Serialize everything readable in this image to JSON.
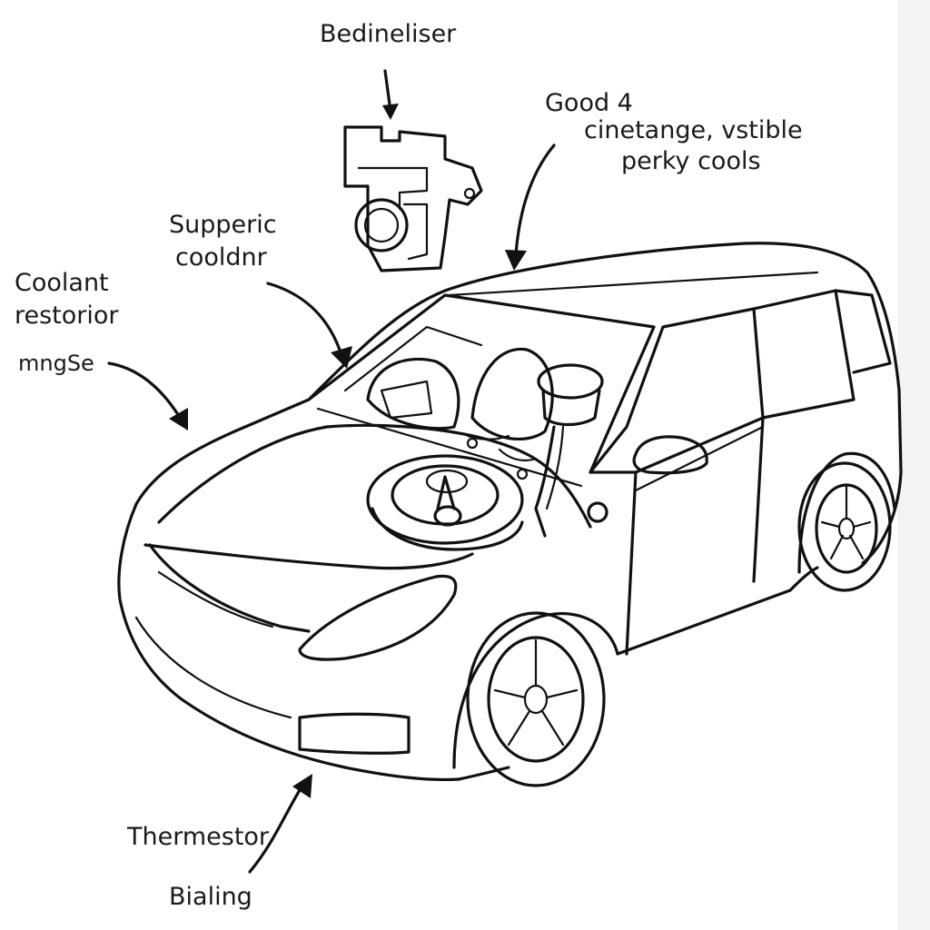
{
  "labels": {
    "top_component": "Bedineliser",
    "good_line1": "Good 4",
    "good_line2": "cinetange, vstible",
    "good_line3": "perky cools",
    "supperic_line1": "Supperic",
    "supperic_line2": "cooldnr",
    "coolant_line1": "Coolant",
    "coolant_line2": "restorior",
    "coolant_line3": "mngSe",
    "thermostor": "Thermestor",
    "bialing": "Bialing"
  },
  "colors": {
    "ink": "#111111",
    "background": "#ffffff"
  }
}
